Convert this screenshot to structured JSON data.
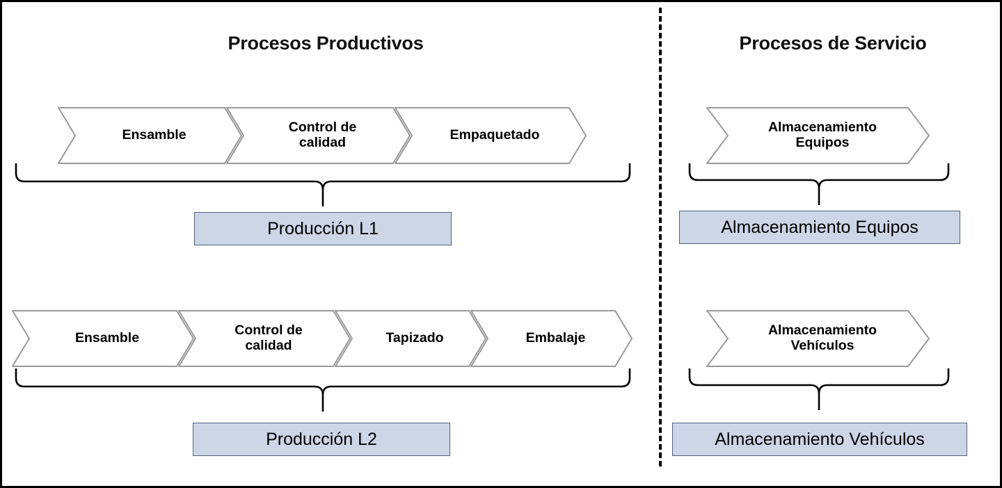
{
  "columns": {
    "left_title": "Procesos Productivos",
    "right_title": "Procesos de Servicio"
  },
  "divider": {
    "style": "dashed-vertical"
  },
  "colors": {
    "chevron_stroke": "#9a9a9a",
    "chevron_fill": "#ffffff",
    "box_fill": "#ccd6e7",
    "box_border": "#51607a",
    "brace": "#000000",
    "page_border": "#000000",
    "text": "#000000"
  },
  "productive": {
    "line1": {
      "steps": [
        {
          "label": "Ensamble"
        },
        {
          "label": "Control de\ncalidad"
        },
        {
          "label": "Empaquetado"
        }
      ],
      "result": "Producción L1"
    },
    "line2": {
      "steps": [
        {
          "label": "Ensamble"
        },
        {
          "label": "Control de\ncalidad"
        },
        {
          "label": "Tapizado"
        },
        {
          "label": "Embalaje"
        }
      ],
      "result": "Producción L2"
    }
  },
  "service": {
    "line1": {
      "steps": [
        {
          "label": "Almacenamiento\nEquipos"
        }
      ],
      "result": "Almacenamiento Equipos"
    },
    "line2": {
      "steps": [
        {
          "label": "Almacenamiento\nVehículos"
        }
      ],
      "result": "Almacenamiento Vehículos"
    }
  }
}
